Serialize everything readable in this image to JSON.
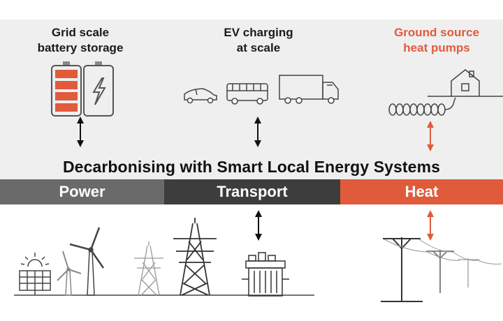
{
  "colors": {
    "band_bg": "#efefef",
    "power": "#6a6a6a",
    "transport": "#3d3d3d",
    "heat": "#e05a3c",
    "accent": "#e05a3c",
    "ink": "#1a1a1a"
  },
  "labels": {
    "battery": "Grid scale\nbattery storage",
    "ev": "EV charging\nat scale",
    "heat_pumps": "Ground source\nheat pumps"
  },
  "headline": "Decarbonising with Smart Local Energy Systems",
  "bars": {
    "power": "Power",
    "transport": "Transport",
    "heat": "Heat"
  },
  "icons": [
    "battery-icon",
    "battery-charging-icon",
    "car-icon",
    "bus-icon",
    "truck-icon",
    "ground-coil-icon",
    "house-icon",
    "solar-panel-icon",
    "wind-turbine-icon",
    "pylon-icon",
    "transformer-icon",
    "power-pole-icon",
    "bidirectional-arrow-icon"
  ]
}
